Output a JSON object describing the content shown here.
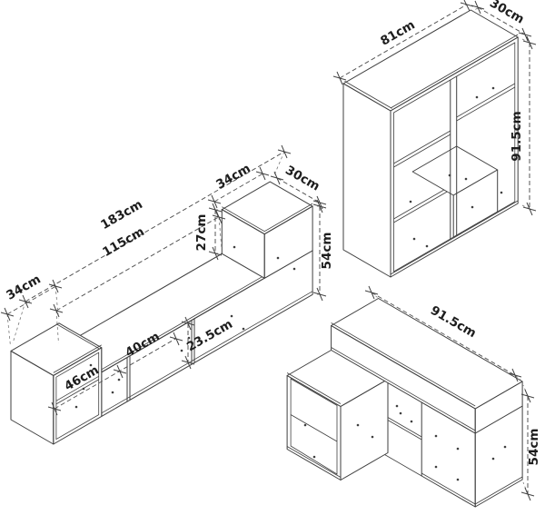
{
  "diagram": {
    "background": "#ffffff",
    "line_color": "#3f3f3f",
    "dimension_color": "#555555",
    "unit_left": {
      "name": "tv-stand-configuration",
      "labels": {
        "length_total": "183cm",
        "length_middle": "115cm",
        "left_cube_width": "34cm",
        "opening_a": "46cm",
        "opening_b": "40cm",
        "opening_height": "23.5cm",
        "top_cube_width": "34cm",
        "top_cube_depth": "30cm",
        "top_cube_height": "27cm",
        "right_height": "54cm"
      }
    },
    "unit_top_right": {
      "name": "upright-shelf-configuration",
      "labels": {
        "width": "81cm",
        "depth": "30cm",
        "height": "91.5cm"
      }
    },
    "unit_bottom_right": {
      "name": "low-shelf-configuration",
      "labels": {
        "width": "91.5cm",
        "height": "54cm"
      }
    }
  }
}
